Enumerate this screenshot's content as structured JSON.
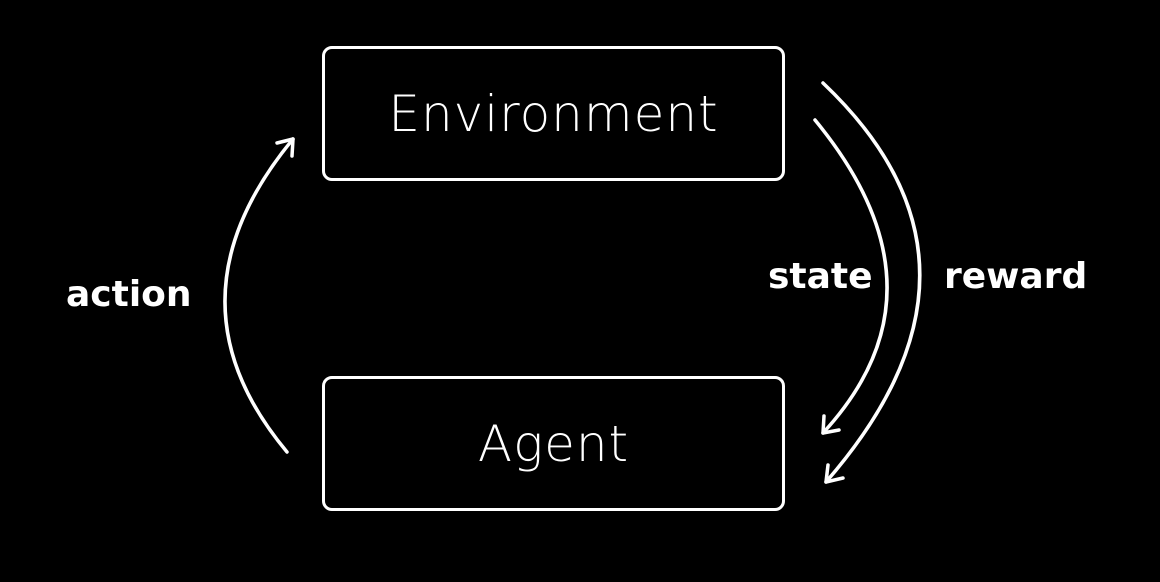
{
  "nodes": {
    "environment": "Environment",
    "agent": "Agent"
  },
  "edges": {
    "action": "action",
    "state": "state",
    "reward": "reward"
  },
  "colors": {
    "background": "#000000",
    "foreground": "#ffffff"
  }
}
